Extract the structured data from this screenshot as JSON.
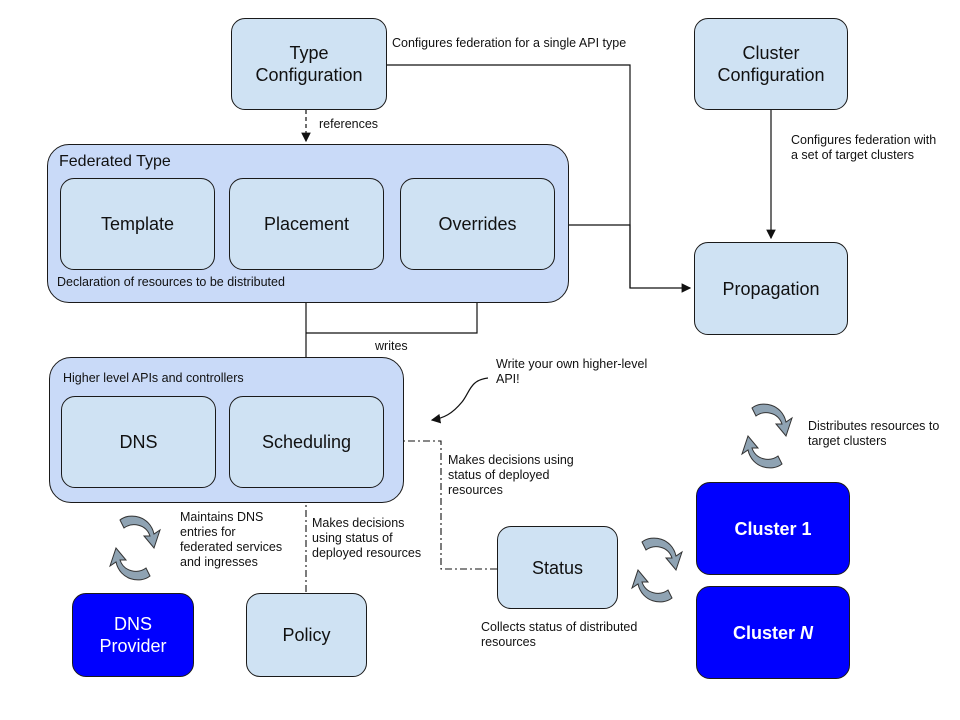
{
  "nodes": {
    "type_config": "Type\nConfiguration",
    "cluster_config": "Cluster\nConfiguration",
    "template": "Template",
    "placement": "Placement",
    "overrides": "Overrides",
    "propagation": "Propagation",
    "dns": "DNS",
    "scheduling": "Scheduling",
    "status": "Status",
    "policy": "Policy",
    "dns_provider": "DNS\nProvider",
    "cluster1": "Cluster 1",
    "clusterN_prefix": "Cluster ",
    "clusterN_suffix": "N"
  },
  "groups": {
    "federated_type_title": "Federated Type",
    "federated_type_caption": "Declaration of resources to be distributed",
    "higher_level_title": "Higher level APIs and controllers"
  },
  "labels": {
    "configures_api_type": "Configures federation for a single API type",
    "references": "references",
    "configures_clusters": "Configures federation with\na set of target clusters",
    "writes": "writes",
    "write_your_own": "Write your own higher-level\nAPI!",
    "distributes": "Distributes resources to\ntarget clusters",
    "decisions_status": "Makes decisions using\nstatus of deployed\nresources",
    "maintains_dns": "Maintains DNS\nentries for\nfederated services\nand ingresses",
    "decisions_policy": "Makes decisions\nusing status of\ndeployed resources",
    "collects_status": "Collects status of distributed\nresources"
  },
  "colors": {
    "light_node": "#cfe2f3",
    "group_fill": "#c9daf8",
    "dark_node": "#0000ff",
    "cycle_arrow": "#8fa3b3"
  },
  "icons": [
    "cycle-arrows-icon"
  ]
}
